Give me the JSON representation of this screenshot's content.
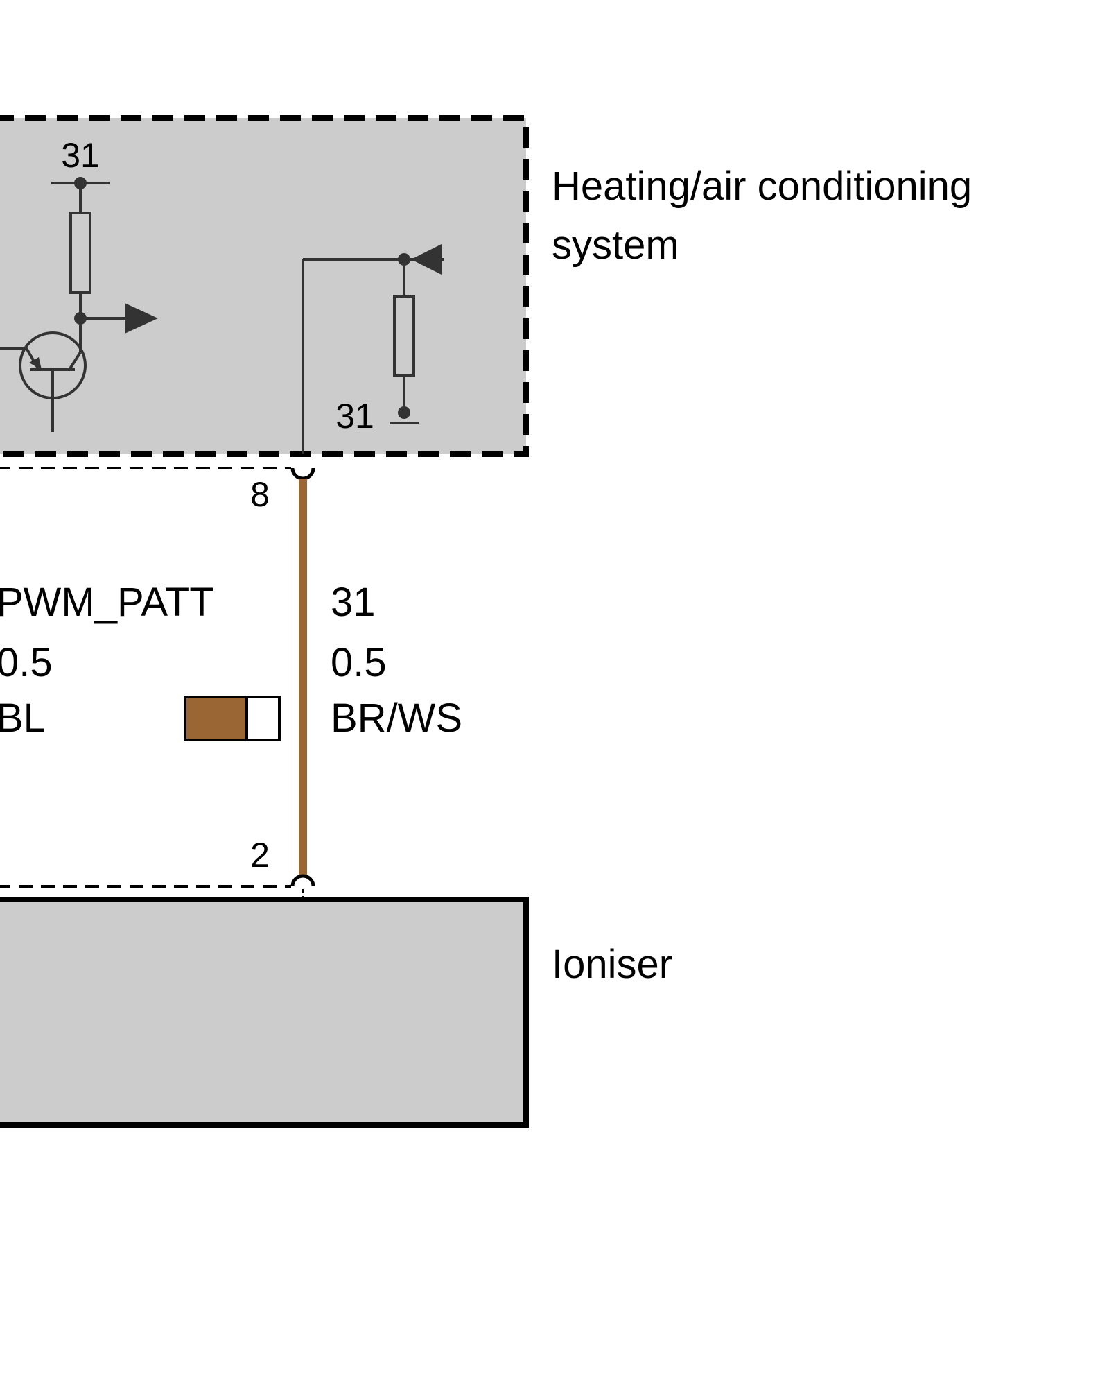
{
  "components": {
    "hvac": {
      "name_line1": "Heating/air conditioning",
      "name_line2": "system"
    },
    "ioniser": {
      "name": "Ioniser"
    }
  },
  "circuit": {
    "ground_terminal_top": "31",
    "ground_terminal_bottom": "31"
  },
  "pins": {
    "hvac_pin": "8",
    "ioniser_pin": "2"
  },
  "wires": {
    "left": {
      "signal": "PWM_PATT",
      "gauge": "0.5",
      "color_code": "BL"
    },
    "right": {
      "signal": "31",
      "gauge": "0.5",
      "color_code": "BR/WS"
    }
  },
  "colors": {
    "component_fill": "#cccccc",
    "wire_brown": "#9a6634",
    "wire_white": "#ffffff",
    "outline": "#000000",
    "internal_lines": "#333333"
  }
}
